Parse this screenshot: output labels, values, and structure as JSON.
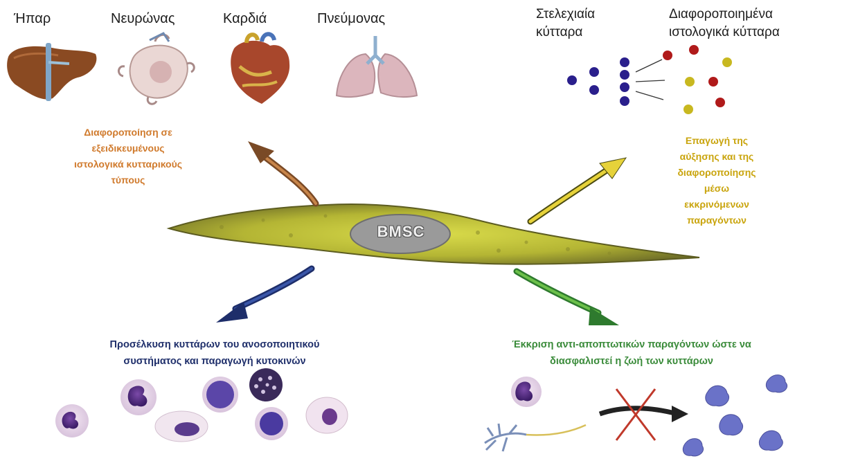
{
  "organs": [
    {
      "label": "Ήπαρ",
      "icon": "liver-icon"
    },
    {
      "label": "Νευρώνας",
      "icon": "neuron-icon"
    },
    {
      "label": "Καρδιά",
      "icon": "heart-icon"
    },
    {
      "label": "Πνεύμονας",
      "icon": "lung-icon"
    }
  ],
  "stem_cells": {
    "title_line1": "Στελεχιαία",
    "title_line2": "κύτταρα",
    "differentiated_line1": "Διαφοροποιημένα",
    "differentiated_line2": "ιστολογικά κύτταρα"
  },
  "center": {
    "label": "BMSC"
  },
  "roles": {
    "differentiation": {
      "lines": [
        "Διαφοροποίηση σε",
        "εξειδικευμένους",
        "ιστολογικά κυτταρικούς",
        "τύπους"
      ],
      "color": "#d07a2c"
    },
    "induction": {
      "lines": [
        "Επαγωγή της",
        "αύξησης και της",
        "διαφοροποίησης",
        "μέσω",
        "εκκρινόμενων",
        "παραγόντων"
      ],
      "color": "#c9a40c"
    },
    "immune": {
      "lines": [
        "Προσέλκυση κυττάρων του ανοσοποιητικού",
        "συστήματος και παραγωγή κυτοκινών"
      ],
      "color": "#1f2f6b"
    },
    "anti_apoptotic": {
      "lines": [
        "Έκκριση αντι-αποπτωτικών παραγόντων  ώστε να",
        "διασφαλιστεί η ζωή των κυττάρων"
      ],
      "color": "#3a8b3a"
    }
  },
  "colors": {
    "stem_dot": "#2a1f8c",
    "diff_red": "#b01a1a",
    "diff_yellow": "#c8b820",
    "cell_body": "#c9cc3a",
    "nucleus": "#9a9a9a",
    "blocked_cross": "#c0392b"
  }
}
